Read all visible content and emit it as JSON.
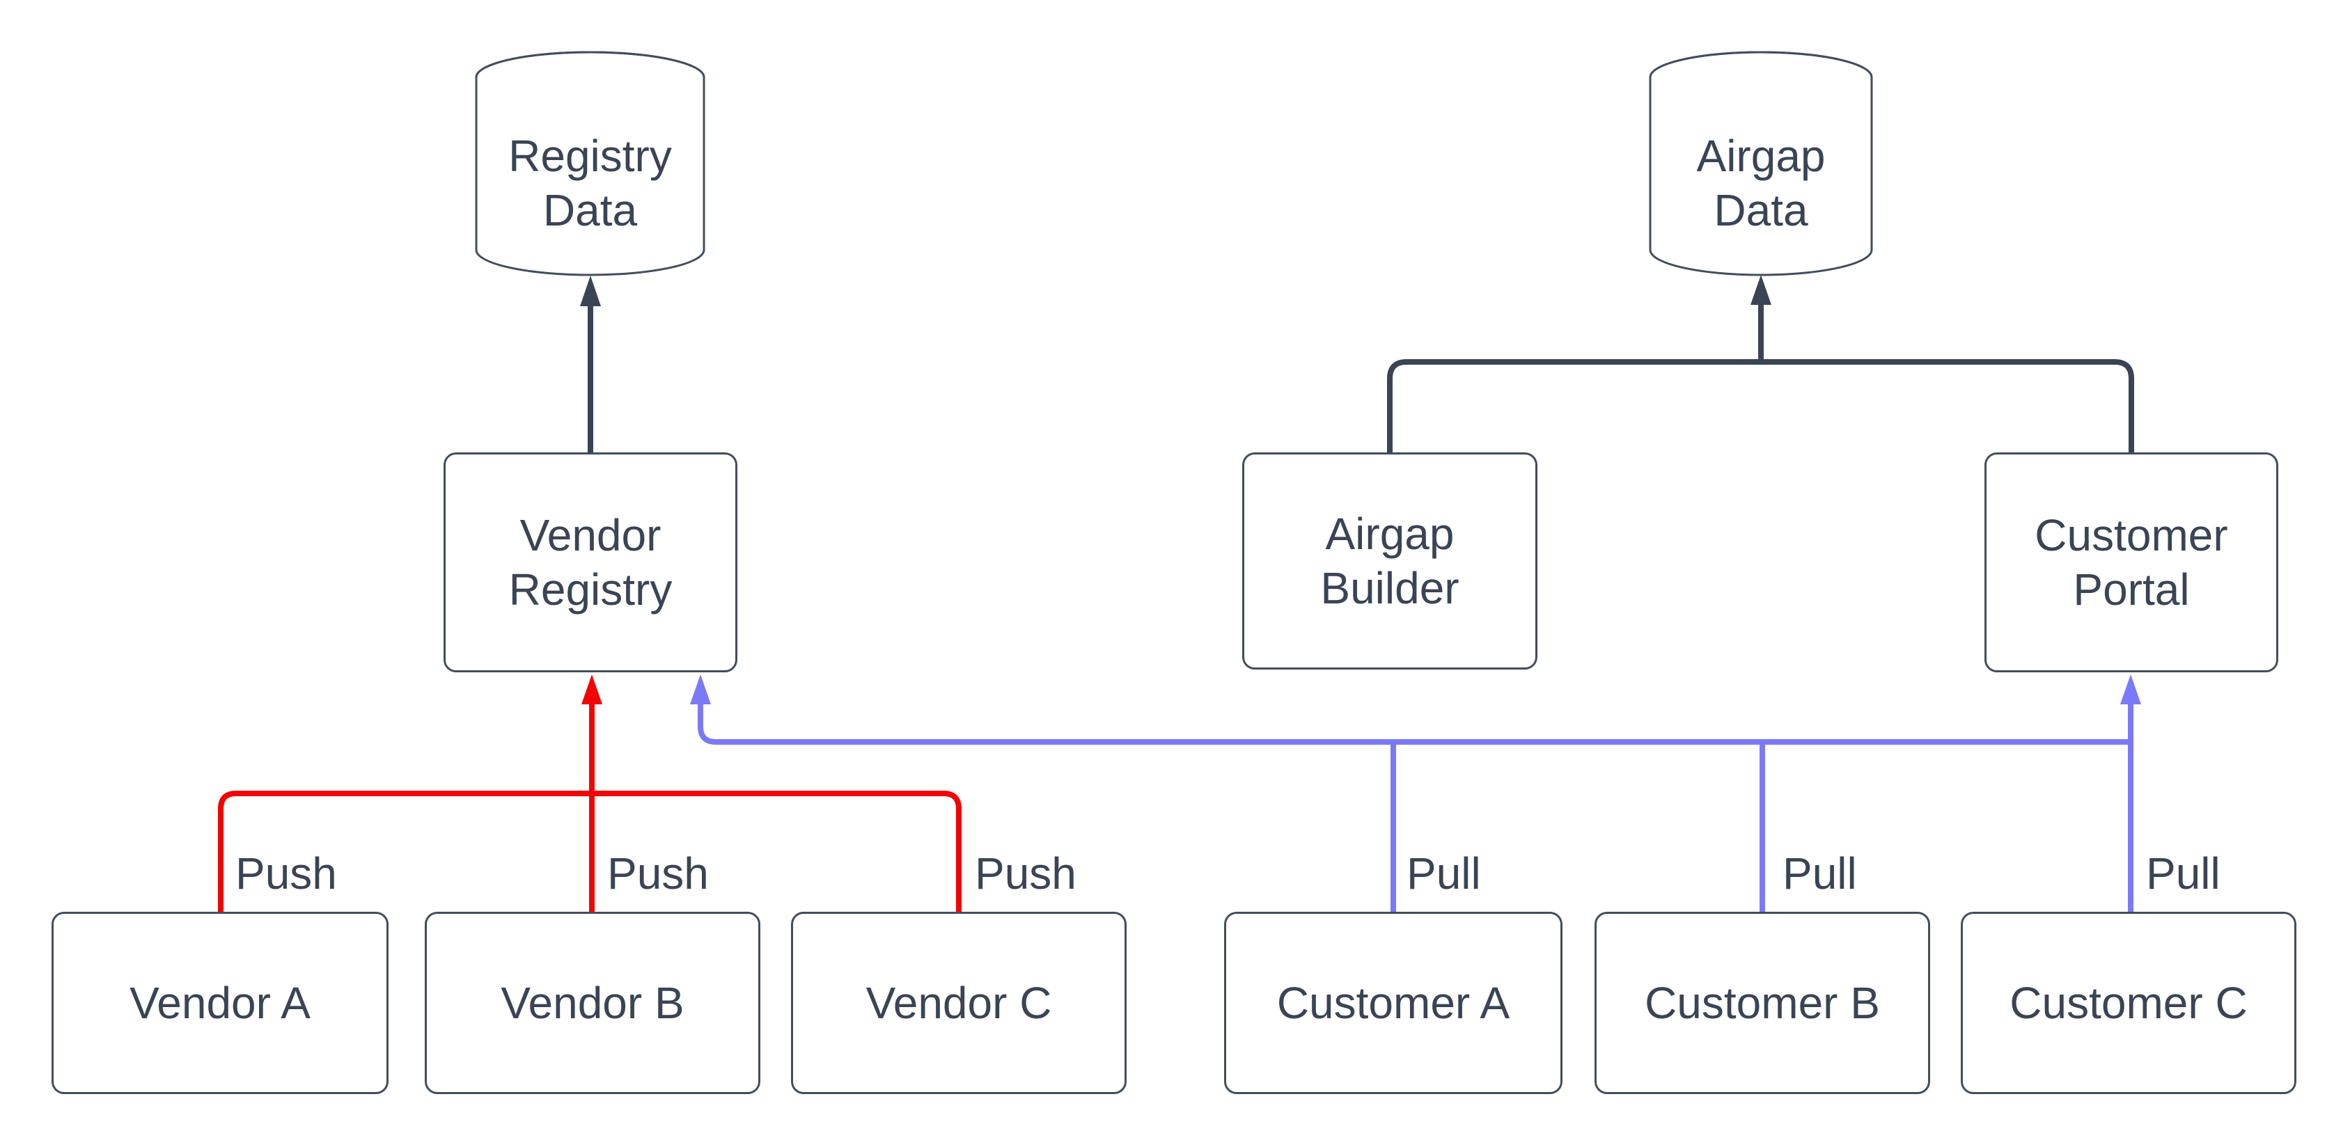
{
  "diagram": {
    "type": "flowchart",
    "background": "#ffffff",
    "colors": {
      "dark": "#3a4454",
      "red": "#f20404",
      "blue": "#7a7af6",
      "node_border": "#434d5c",
      "text": "#3a4454"
    },
    "nodes": {
      "registry_data": {
        "label": "Registry Data",
        "shape": "cylinder"
      },
      "airgap_data": {
        "label": "Airgap Data",
        "shape": "cylinder"
      },
      "vendor_registry": {
        "label": "Vendor Registry",
        "shape": "box"
      },
      "airgap_builder": {
        "label": "Airgap Builder",
        "shape": "box"
      },
      "customer_portal": {
        "label": "Customer Portal",
        "shape": "box"
      },
      "vendor_a": {
        "label": "Vendor A",
        "shape": "box"
      },
      "vendor_b": {
        "label": "Vendor B",
        "shape": "box"
      },
      "vendor_c": {
        "label": "Vendor C",
        "shape": "box"
      },
      "customer_a": {
        "label": "Customer A",
        "shape": "box"
      },
      "customer_b": {
        "label": "Customer B",
        "shape": "box"
      },
      "customer_c": {
        "label": "Customer C",
        "shape": "box"
      }
    },
    "edges": [
      {
        "from": "Vendor Registry",
        "to": "Registry Data",
        "label": "",
        "color": "dark"
      },
      {
        "from": "Airgap Builder",
        "to": "Airgap Data",
        "label": "",
        "color": "dark"
      },
      {
        "from": "Customer Portal",
        "to": "Airgap Data",
        "label": "",
        "color": "dark"
      },
      {
        "from": "Vendor A",
        "to": "Vendor Registry",
        "label": "Push",
        "color": "red"
      },
      {
        "from": "Vendor B",
        "to": "Vendor Registry",
        "label": "Push",
        "color": "red"
      },
      {
        "from": "Vendor C",
        "to": "Vendor Registry",
        "label": "Push",
        "color": "red"
      },
      {
        "from": "Customer A",
        "to": "Vendor Registry",
        "label": "Pull",
        "color": "blue"
      },
      {
        "from": "Customer B",
        "to": "Vendor Registry",
        "label": "Pull",
        "color": "blue"
      },
      {
        "from": "Customer C",
        "to": "Customer Portal",
        "label": "Pull",
        "color": "blue"
      }
    ]
  }
}
